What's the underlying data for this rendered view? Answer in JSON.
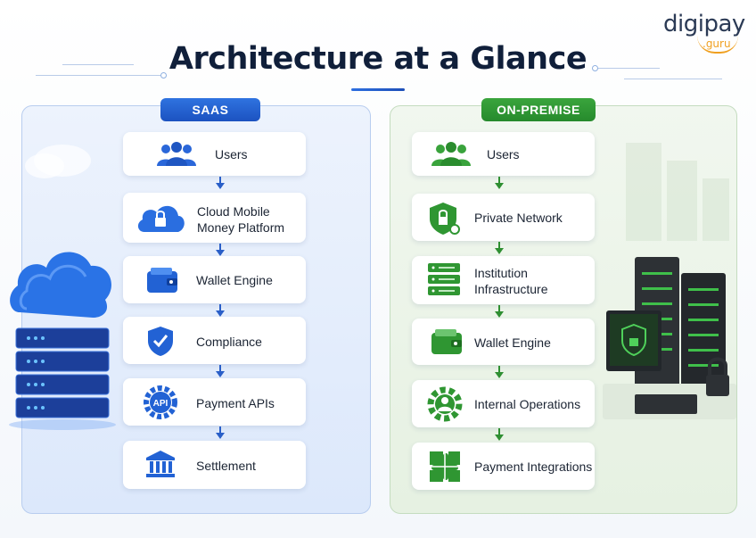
{
  "brand": {
    "name": "digipay",
    "suffix": ".guru"
  },
  "title": "Architecture at a Glance",
  "colors": {
    "saas": "#1f5fd0",
    "onprem": "#2e8f30",
    "title": "#101f3a"
  },
  "saas": {
    "label": "SAAS",
    "steps": [
      {
        "label": "Users",
        "icon": "users-icon"
      },
      {
        "label": "Cloud Mobile\nMoney Platform",
        "icon": "cloud-lock-icon"
      },
      {
        "label": "Wallet Engine",
        "icon": "wallet-icon"
      },
      {
        "label": "Compliance",
        "icon": "shield-check-icon"
      },
      {
        "label": "Payment APIs",
        "icon": "api-gear-icon"
      },
      {
        "label": "Settlement",
        "icon": "bank-icon"
      }
    ]
  },
  "onprem": {
    "label": "ON-PREMISE",
    "steps": [
      {
        "label": "Users",
        "icon": "users-icon"
      },
      {
        "label": "Private Network",
        "icon": "shield-lock-icon"
      },
      {
        "label": "Institution\nInfrastructure",
        "icon": "server-stack-icon"
      },
      {
        "label": "Wallet Engine",
        "icon": "wallet-icon"
      },
      {
        "label": "Internal Operations",
        "icon": "gear-user-icon"
      },
      {
        "label": "Payment Integrations",
        "icon": "puzzle-icon"
      }
    ]
  },
  "api_icon_text": "API"
}
